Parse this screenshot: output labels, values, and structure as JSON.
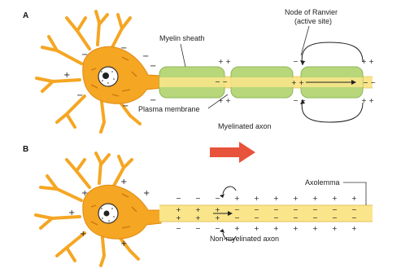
{
  "panels": {
    "a": {
      "letter": "A",
      "labels": {
        "myelin_sheath": "Myelin sheath",
        "node_line1": "Node of Ranvier",
        "node_line2": "(active site)",
        "plasma_membrane": "Plasma membrane",
        "axon_type": "Myelinated axon"
      }
    },
    "b": {
      "letter": "B",
      "labels": {
        "axolemma": "Axolemma",
        "axon_type": "Non-myelinated axon"
      }
    }
  },
  "signs": {
    "plus": "+",
    "minus": "−",
    "plus_pair": "+ +",
    "minus_pair": "− −"
  },
  "colors": {
    "soma": "#f5a623",
    "soma_edge": "#e08a12",
    "axon": "#fbe58a",
    "myelin": "#b7d77a",
    "myelin_edge": "#8fb75a",
    "arrow": "#e8533b"
  },
  "icons": [
    "neuron-body",
    "nucleus",
    "direction-arrow",
    "current-loop-arrow"
  ]
}
